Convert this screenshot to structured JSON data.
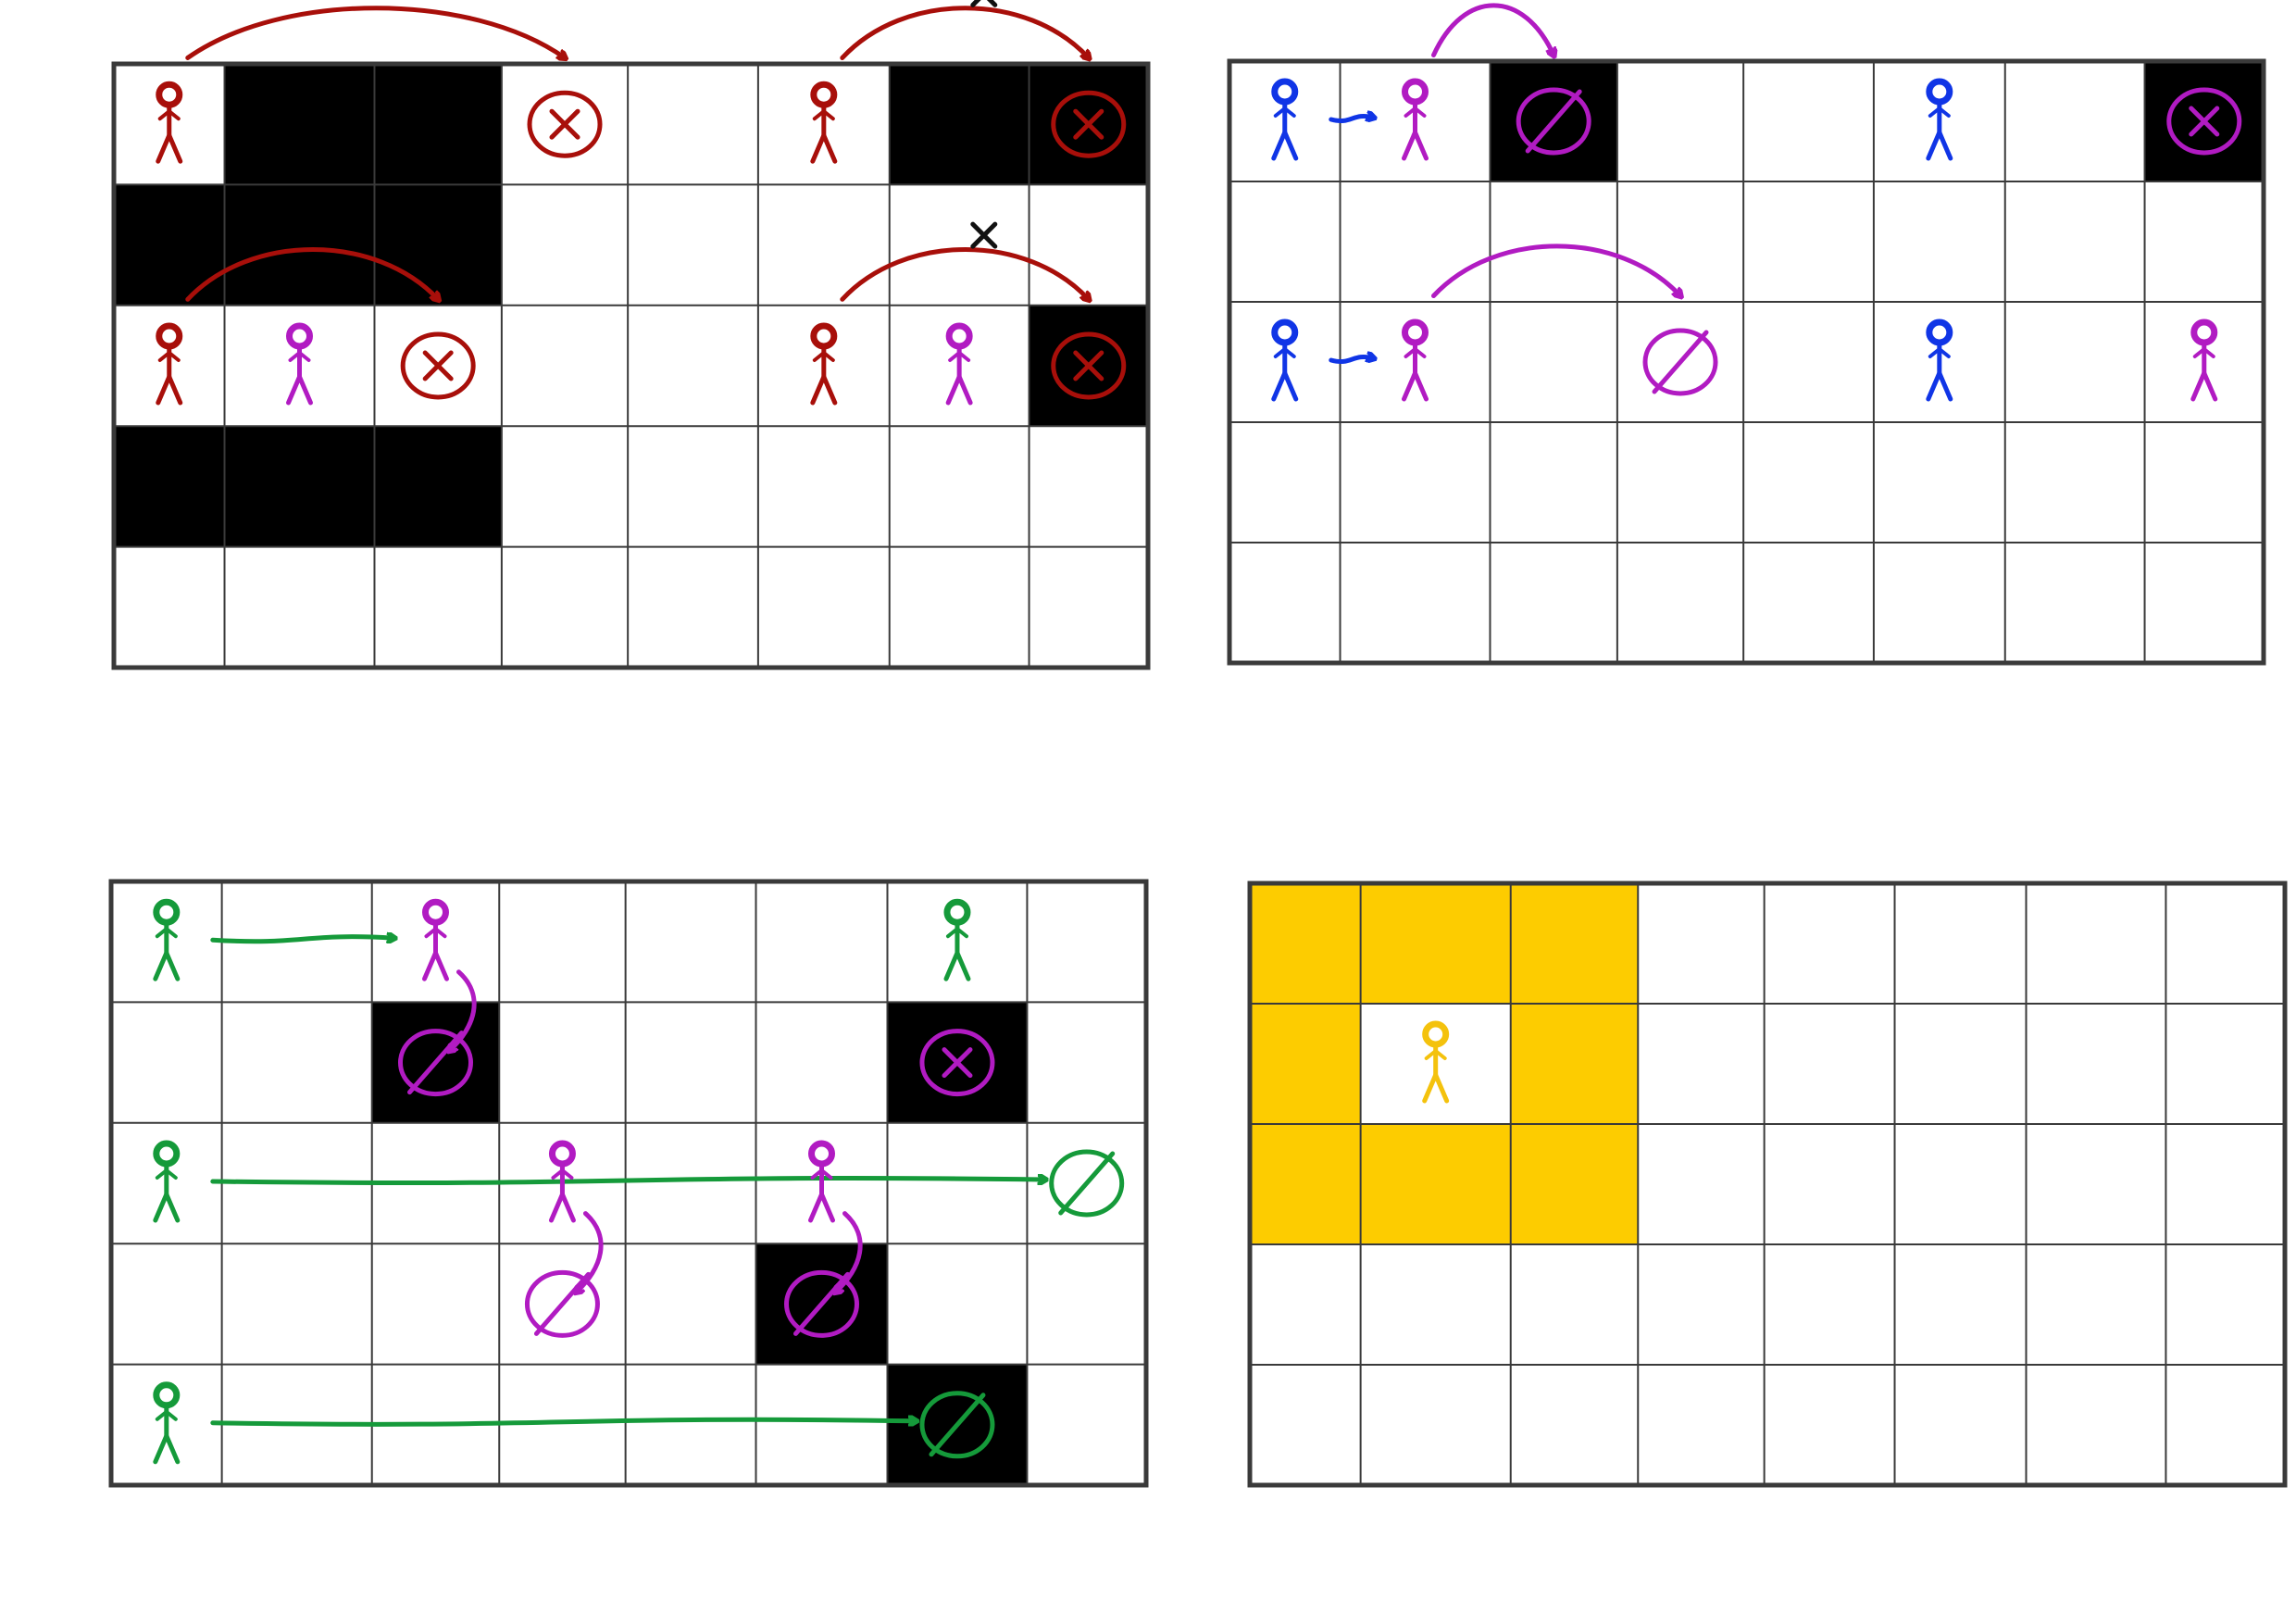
{
  "colors": {
    "red": "#a80f0a",
    "magenta": "#b11bc2",
    "blue": "#1035e6",
    "green": "#159a3a",
    "yellow": "#f4c20d",
    "black": "#111111",
    "block": "#000000",
    "gold": "#fdcc00"
  },
  "panels": [
    {
      "id": "panel-top-left",
      "rows": 5,
      "cols": 8,
      "black_cells": [
        [
          0,
          1
        ],
        [
          0,
          2
        ],
        [
          0,
          6
        ],
        [
          0,
          7
        ],
        [
          1,
          0
        ],
        [
          1,
          1
        ],
        [
          1,
          2
        ],
        [
          2,
          7
        ],
        [
          3,
          0
        ],
        [
          3,
          1
        ],
        [
          3,
          2
        ]
      ],
      "gold_cells": [],
      "figures": [
        {
          "name": "red-figure",
          "row": 0,
          "col": 0,
          "color": "red"
        },
        {
          "name": "red-figure",
          "row": 0,
          "col": 5,
          "color": "red"
        },
        {
          "name": "red-figure",
          "row": 2,
          "col": 0,
          "color": "red"
        },
        {
          "name": "magenta-figure",
          "row": 2,
          "col": 1,
          "color": "magenta"
        },
        {
          "name": "red-figure",
          "row": 2,
          "col": 5,
          "color": "red"
        },
        {
          "name": "magenta-figure",
          "row": 2,
          "col": 6,
          "color": "magenta"
        }
      ],
      "targets": [
        {
          "name": "circled-x-target",
          "row": 0,
          "col": 3,
          "color": "red",
          "style": "circle-x"
        },
        {
          "name": "circled-x-target",
          "row": 0,
          "col": 7,
          "color": "red",
          "style": "circle-x"
        },
        {
          "name": "circled-x-target",
          "row": 2,
          "col": 2,
          "color": "red",
          "style": "circle-x"
        },
        {
          "name": "circled-x-target",
          "row": 2,
          "col": 7,
          "color": "red",
          "style": "circle-x"
        }
      ],
      "arrows": [
        {
          "name": "jump-arrow",
          "from": [
            0,
            0
          ],
          "to": [
            0,
            3
          ],
          "color": "red",
          "arc": "high",
          "blocked": false
        },
        {
          "name": "jump-arrow",
          "from": [
            0,
            5
          ],
          "to": [
            0,
            7
          ],
          "color": "red",
          "arc": "high",
          "blocked": true
        },
        {
          "name": "jump-arrow",
          "from": [
            2,
            0
          ],
          "to": [
            2,
            2
          ],
          "color": "red",
          "arc": "high",
          "blocked": false
        },
        {
          "name": "jump-arrow",
          "from": [
            2,
            5
          ],
          "to": [
            2,
            7
          ],
          "color": "red",
          "arc": "high",
          "blocked": true
        }
      ]
    },
    {
      "id": "panel-top-right",
      "rows": 5,
      "cols": 8,
      "black_cells": [
        [
          0,
          2
        ],
        [
          0,
          7
        ]
      ],
      "gold_cells": [],
      "figures": [
        {
          "name": "blue-figure",
          "row": 0,
          "col": 0,
          "color": "blue"
        },
        {
          "name": "magenta-figure",
          "row": 0,
          "col": 1,
          "color": "magenta"
        },
        {
          "name": "blue-figure",
          "row": 0,
          "col": 5,
          "color": "blue"
        },
        {
          "name": "blue-figure",
          "row": 2,
          "col": 0,
          "color": "blue"
        },
        {
          "name": "magenta-figure",
          "row": 2,
          "col": 1,
          "color": "magenta"
        },
        {
          "name": "blue-figure",
          "row": 2,
          "col": 5,
          "color": "blue"
        },
        {
          "name": "magenta-figure",
          "row": 2,
          "col": 7,
          "color": "magenta"
        }
      ],
      "targets": [
        {
          "name": "slashed-circle-target",
          "row": 0,
          "col": 2,
          "color": "magenta",
          "style": "circle-slash"
        },
        {
          "name": "circled-x-target",
          "row": 0,
          "col": 7,
          "color": "magenta",
          "style": "circle-x"
        },
        {
          "name": "slashed-circle-target",
          "row": 2,
          "col": 3,
          "color": "magenta",
          "style": "circle-slash"
        }
      ],
      "arrows": [
        {
          "name": "step-arrow",
          "from": [
            0,
            0
          ],
          "to": [
            0,
            1
          ],
          "color": "blue",
          "arc": "flat",
          "blocked": false
        },
        {
          "name": "hop-arrow",
          "from": [
            0,
            1
          ],
          "to": [
            0,
            2
          ],
          "color": "magenta",
          "arc": "high",
          "blocked": false
        },
        {
          "name": "step-arrow",
          "from": [
            2,
            0
          ],
          "to": [
            2,
            1
          ],
          "color": "blue",
          "arc": "flat",
          "blocked": false
        },
        {
          "name": "jump-arrow",
          "from": [
            2,
            1
          ],
          "to": [
            2,
            3
          ],
          "color": "magenta",
          "arc": "high",
          "blocked": false
        }
      ]
    },
    {
      "id": "panel-bottom-left",
      "rows": 5,
      "cols": 8,
      "black_cells": [
        [
          1,
          2
        ],
        [
          1,
          6
        ],
        [
          3,
          5
        ],
        [
          4,
          6
        ]
      ],
      "gold_cells": [],
      "figures": [
        {
          "name": "green-figure",
          "row": 0,
          "col": 0,
          "color": "green"
        },
        {
          "name": "magenta-figure",
          "row": 0,
          "col": 2,
          "color": "magenta"
        },
        {
          "name": "green-figure",
          "row": 0,
          "col": 6,
          "color": "green"
        },
        {
          "name": "green-figure",
          "row": 2,
          "col": 0,
          "color": "green"
        },
        {
          "name": "magenta-figure",
          "row": 2,
          "col": 3,
          "color": "magenta"
        },
        {
          "name": "magenta-figure",
          "row": 2,
          "col": 5,
          "color": "magenta"
        },
        {
          "name": "green-figure",
          "row": 4,
          "col": 0,
          "color": "green"
        }
      ],
      "targets": [
        {
          "name": "slashed-circle-target",
          "row": 1,
          "col": 2,
          "color": "magenta",
          "style": "circle-slash"
        },
        {
          "name": "slashed-circle-target",
          "row": 1,
          "col": 6,
          "color": "magenta",
          "style": "circle-x"
        },
        {
          "name": "slashed-circle-target",
          "row": 2,
          "col": 7,
          "color": "green",
          "style": "circle-slash"
        },
        {
          "name": "slashed-circle-target",
          "row": 3,
          "col": 3,
          "color": "magenta",
          "style": "circle-slash"
        },
        {
          "name": "slashed-circle-target",
          "row": 3,
          "col": 5,
          "color": "magenta",
          "style": "circle-slash"
        },
        {
          "name": "slashed-circle-target",
          "row": 4,
          "col": 6,
          "color": "green",
          "style": "circle-slash"
        }
      ],
      "arrows": [
        {
          "name": "slide-arrow",
          "from": [
            0,
            0
          ],
          "to": [
            0,
            2
          ],
          "color": "green",
          "arc": "flat",
          "blocked": false
        },
        {
          "name": "drop-arrow",
          "from": [
            0,
            2
          ],
          "to": [
            1,
            2
          ],
          "color": "magenta",
          "arc": "down",
          "blocked": false
        },
        {
          "name": "slide-arrow",
          "from": [
            2,
            0
          ],
          "to": [
            2,
            7
          ],
          "color": "green",
          "arc": "flat",
          "blocked": false
        },
        {
          "name": "drop-arrow",
          "from": [
            2,
            3
          ],
          "to": [
            3,
            3
          ],
          "color": "magenta",
          "arc": "down",
          "blocked": false
        },
        {
          "name": "drop-arrow",
          "from": [
            2,
            5
          ],
          "to": [
            3,
            5
          ],
          "color": "magenta",
          "arc": "down",
          "blocked": false
        },
        {
          "name": "slide-arrow",
          "from": [
            4,
            0
          ],
          "to": [
            4,
            6
          ],
          "color": "green",
          "arc": "flat",
          "blocked": false
        }
      ]
    },
    {
      "id": "panel-bottom-right",
      "rows": 5,
      "cols": 8,
      "black_cells": [],
      "gold_cells": [
        [
          0,
          0
        ],
        [
          0,
          1
        ],
        [
          0,
          2
        ],
        [
          1,
          0
        ],
        [
          1,
          2
        ],
        [
          2,
          0
        ],
        [
          2,
          1
        ],
        [
          2,
          2
        ]
      ],
      "figures": [
        {
          "name": "yellow-figure",
          "row": 1,
          "col": 1,
          "color": "yellow"
        }
      ],
      "targets": [],
      "arrows": []
    }
  ]
}
